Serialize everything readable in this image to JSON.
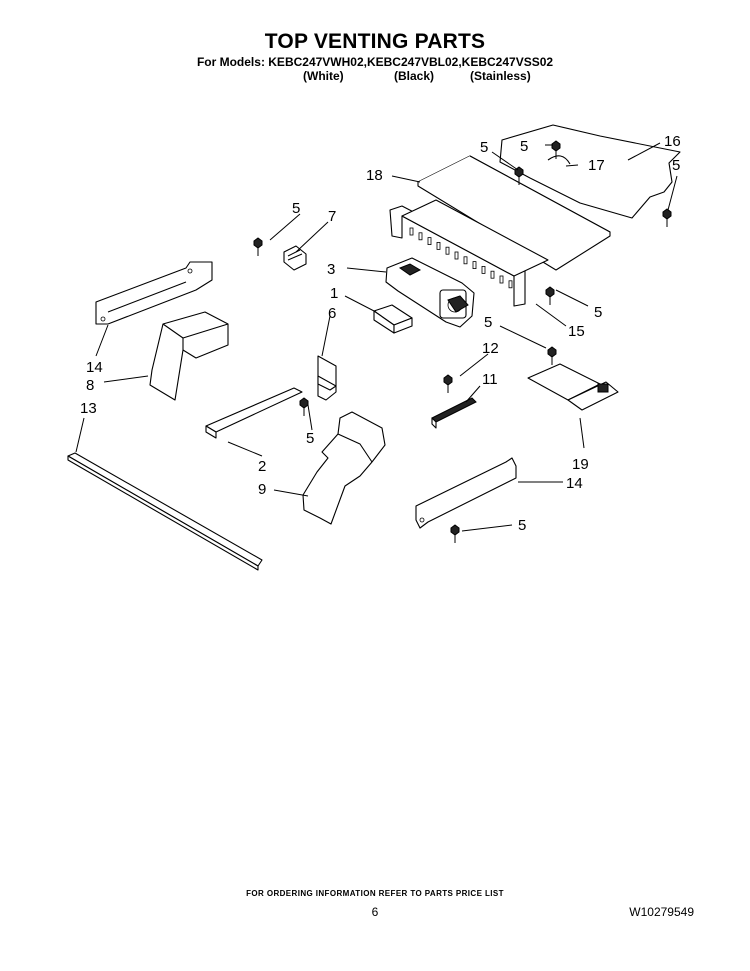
{
  "header": {
    "title": "TOP VENTING PARTS",
    "models_line": "For Models: KEBC247VWH02,KEBC247VBL02,KEBC247VSS02",
    "variants": [
      "(White)",
      "(Black)",
      "(Stainless)"
    ]
  },
  "callouts": {
    "p1": "1",
    "p2": "2",
    "p3": "3",
    "p5a": "5",
    "p5b": "5",
    "p5c": "5",
    "p5d": "5",
    "p5e": "5",
    "p5f": "5",
    "p5g": "5",
    "p5h": "5",
    "p6": "6",
    "p7": "7",
    "p8": "8",
    "p9": "9",
    "p11": "11",
    "p12": "12",
    "p13": "13",
    "p14a": "14",
    "p14b": "14",
    "p15": "15",
    "p16": "16",
    "p17": "17",
    "p18": "18",
    "p19": "19"
  },
  "footer": {
    "ordering_note": "FOR ORDERING INFORMATION REFER TO PARTS PRICE LIST",
    "page_number": "6",
    "document_id": "W10279549"
  }
}
